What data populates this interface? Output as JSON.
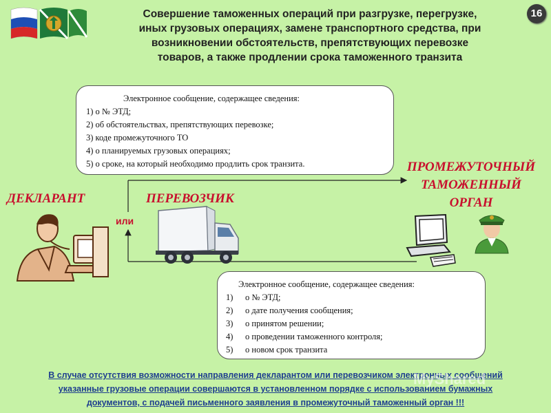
{
  "slide_number": "16",
  "title_lines": [
    "Совершение таможенных операций при разгрузке, перегрузке,",
    "иных грузовых операциях, замене транспортного средства, при",
    "возникновении обстоятельств, препятствующих перевозке",
    "товаров, а также продлении срока таможенного транзита"
  ],
  "declarant_label": "ДЕКЛАРАНТ",
  "carrier_label": "ПЕРЕВОЗЧИК",
  "or_label": "или",
  "organ_lines": [
    "ПРОМЕЖУТОЧНЫЙ",
    "ТАМОЖЕННЫЙ",
    "ОРГАН"
  ],
  "message_to_organ": {
    "header": "Электронное сообщение, содержащее сведения:",
    "items": [
      "1) о № ЭТД;",
      "2) об обстоятельствах, препятствующих перевозке;",
      "3) коде  промежуточного ТО",
      "4) о планируемых грузовых операциях;",
      "5) о сроке, на который необходимо продлить срок транзита."
    ]
  },
  "message_from_organ": {
    "header": "Электронное сообщение, содержащее сведения:",
    "items": [
      {
        "num": "1)",
        "text": "о № ЭТД;"
      },
      {
        "num": "2)",
        "text": "о дате получения сообщения;"
      },
      {
        "num": "3)",
        "text": "о принятом решении;"
      },
      {
        "num": "4)",
        "text": "о проведении таможенного контроля;"
      },
      {
        "num": "5)",
        "text": "о новом срок транзита"
      }
    ]
  },
  "footer_lines": [
    "В случае отсутствия возможности направления декларантом или перевозчиком электронных сообщений",
    "указанные грузовые операции совершаются в установленном порядке с использованием бумажных",
    "документов, с подачей письменного заявления в промежуточный таможенный орган !!!"
  ],
  "watermark": "MyShared",
  "colors": {
    "background": "#c6f2a6",
    "label_red": "#c8102e",
    "footer_blue": "#1f3f8f"
  }
}
